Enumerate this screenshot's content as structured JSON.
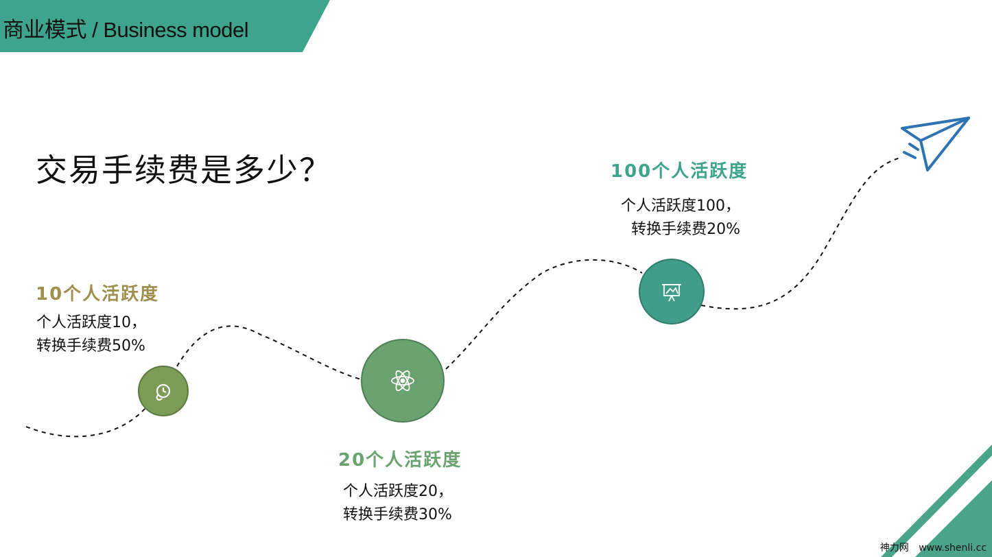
{
  "header": {
    "title": "商业模式 / Business model"
  },
  "main": {
    "question": "交易手续费是多少？"
  },
  "stages": [
    {
      "heading": "10个人活跃度",
      "line1": "个人活跃度10，",
      "line2": "转换手续费50%",
      "icon": "settings-clock-icon"
    },
    {
      "heading": "20个人活跃度",
      "line1": "个人活跃度20，",
      "line2": "转换手续费30%",
      "icon": "atom-icon"
    },
    {
      "heading": "100个人活跃度",
      "line1": "个人活跃度100，",
      "line2": "转换手续费20%",
      "icon": "presentation-board-icon"
    }
  ],
  "footer": {
    "site_name": "神力网",
    "site_url": "www.shenli.cc"
  },
  "colors": {
    "header_band": "#3fa48e",
    "stage1": "#7d9b57",
    "stage2": "#6aa36f",
    "stage3": "#3f9d8a",
    "stage1_heading": "#a08f4f",
    "stage2_heading": "#6aa36f",
    "stage3_heading": "#3fa48e",
    "plane": "#2e74b5",
    "corner_stripe": "#4aa488"
  }
}
